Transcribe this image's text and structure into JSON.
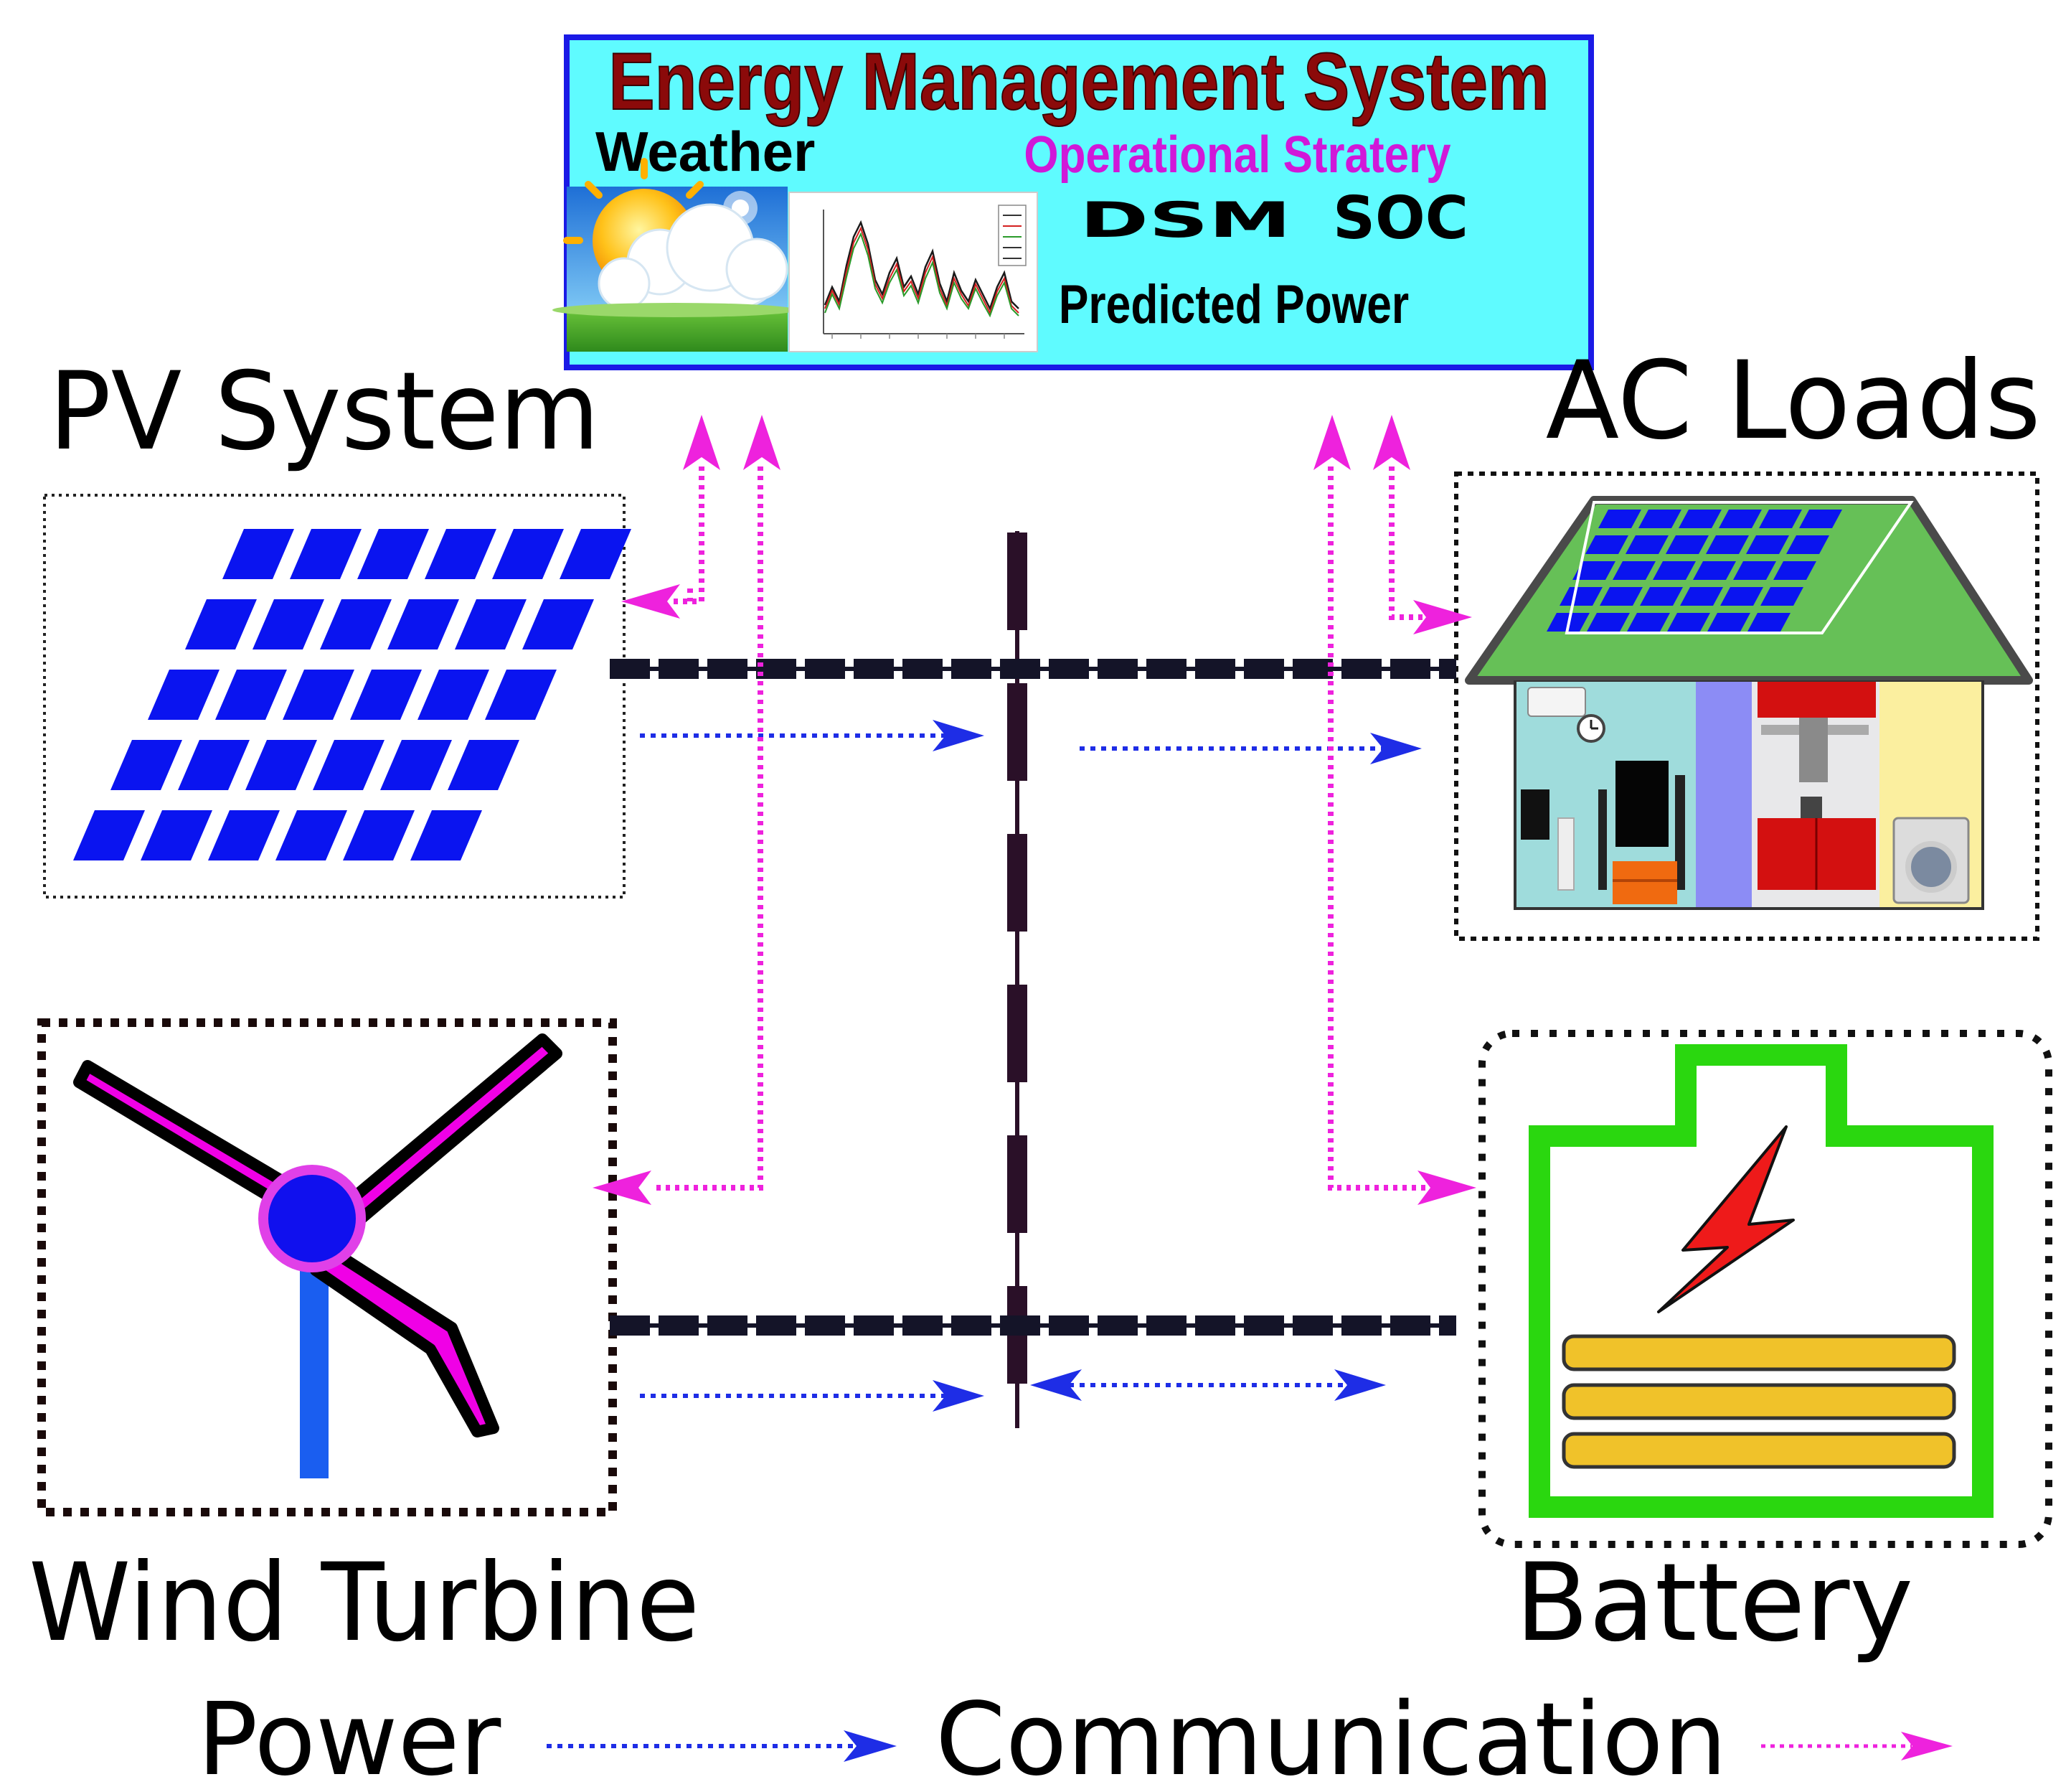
{
  "ems": {
    "title": "Energy Management System",
    "weather": "Weather",
    "strategy": "Operational Stratery",
    "dsm": "DSM",
    "soc": "SOC",
    "predicted": "Predicted Power",
    "title_color": "#8b0a0a",
    "bg_color": "#5ffbff",
    "border_color": "#1a1ae6",
    "strategy_color": "#d018d8"
  },
  "components": {
    "pv": "PV System",
    "ac": "AC Loads",
    "wind": "Wind Turbine",
    "battery": "Battery"
  },
  "legend": {
    "power": "Power",
    "communication": "Communication"
  },
  "colors": {
    "power_arrow": "#1e2de6",
    "comm_arrow": "#ee22dd",
    "bus": "#141428",
    "pv_panel": "#0a14f0",
    "roof": "#66c057",
    "blade": "#f000e6",
    "hub": "#1010ee",
    "battery_frame": "#2ad70f",
    "battery_cell": "#f0c22a",
    "bolt": "#ee1a1a"
  },
  "icons": [
    "sun-cloud-icon",
    "wind-speed-plot-icon",
    "solar-panel-icon",
    "house-icon",
    "wind-turbine-icon",
    "battery-icon",
    "lightning-bolt-icon"
  ]
}
